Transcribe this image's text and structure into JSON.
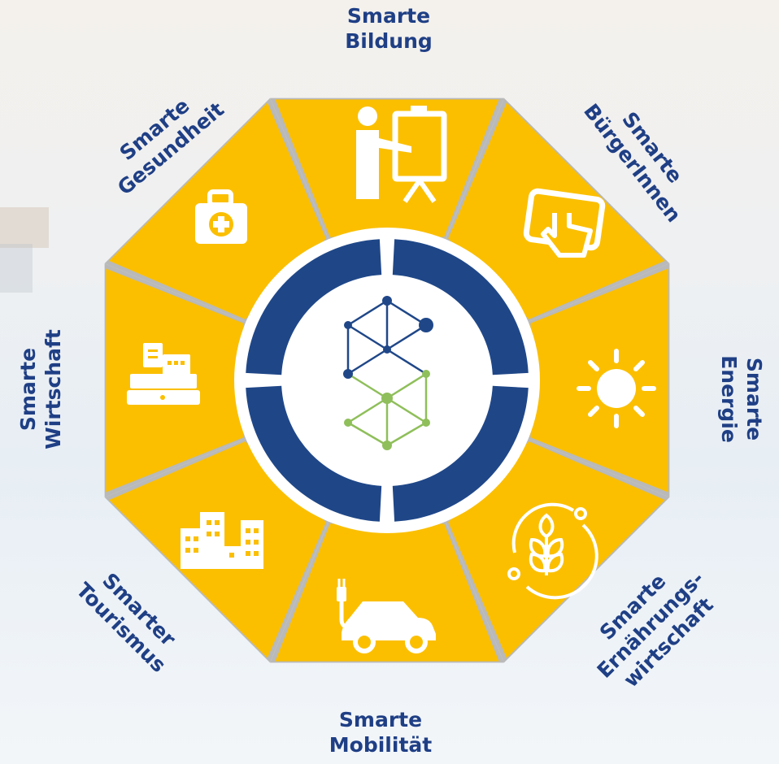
{
  "colors": {
    "segment": "#fbbf00",
    "segment_edge": "#b9b9b9",
    "ring": "#1f4788",
    "hub_green": "#8fbf5a",
    "label": "#1f3f85",
    "icon": "#ffffff"
  },
  "center": {
    "logo": "network-cube-logo"
  },
  "segments": [
    {
      "id": "bildung",
      "lines": [
        "Smarte",
        "Bildung"
      ],
      "icon": "presentation-board-icon"
    },
    {
      "id": "buergerinnen",
      "lines": [
        "Smarte",
        "BürgerInnen"
      ],
      "icon": "touch-tablet-icon"
    },
    {
      "id": "energie",
      "lines": [
        "Smarte",
        "Energie"
      ],
      "icon": "sun-icon"
    },
    {
      "id": "ernaehrung",
      "lines": [
        "Smarte",
        "Ernährungs-",
        "wirtschaft"
      ],
      "icon": "wheat-cycle-icon"
    },
    {
      "id": "mobilitaet",
      "lines": [
        "Smarte",
        "Mobilität"
      ],
      "icon": "electric-car-icon"
    },
    {
      "id": "tourismus",
      "lines": [
        "Smarter",
        "Tourismus"
      ],
      "icon": "city-buildings-icon"
    },
    {
      "id": "wirtschaft",
      "lines": [
        "Smarte",
        "Wirtschaft"
      ],
      "icon": "cash-register-icon"
    },
    {
      "id": "gesundheit",
      "lines": [
        "Smarte",
        "Gesundheit"
      ],
      "icon": "first-aid-kit-icon"
    }
  ]
}
